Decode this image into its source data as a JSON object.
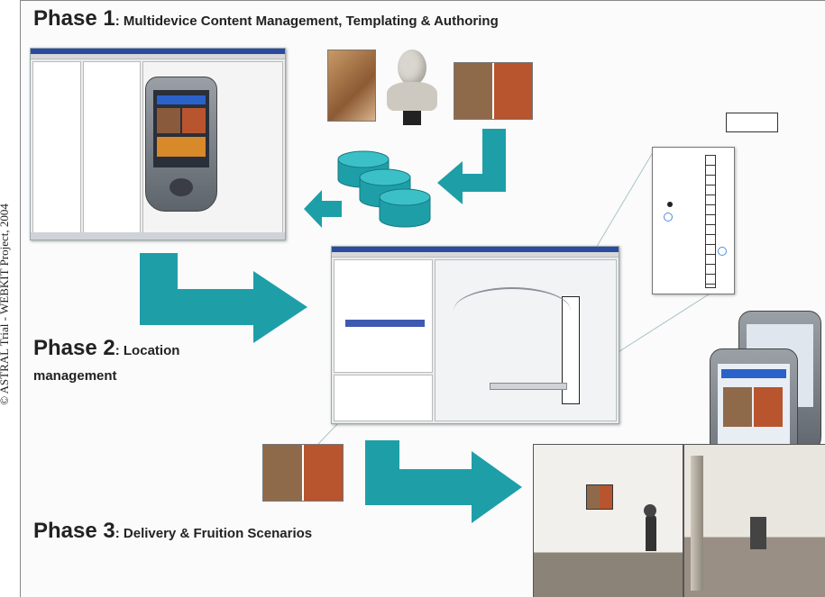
{
  "credit": "© ASTRAL Trial - WEBKIT Project, 2004",
  "phases": [
    {
      "number": "Phase 1",
      "title": ": Multidevice Content Management, Templating & Authoring"
    },
    {
      "number": "Phase 2",
      "title_line1": ": Location",
      "title_line2": "management"
    },
    {
      "number": "Phase 3",
      "title": ": Delivery & Fruition Scenarios"
    }
  ],
  "accent_color": "#1e9fa8",
  "icons": [
    "database-icon",
    "arrow-left-icon",
    "arrow-right-icon"
  ]
}
